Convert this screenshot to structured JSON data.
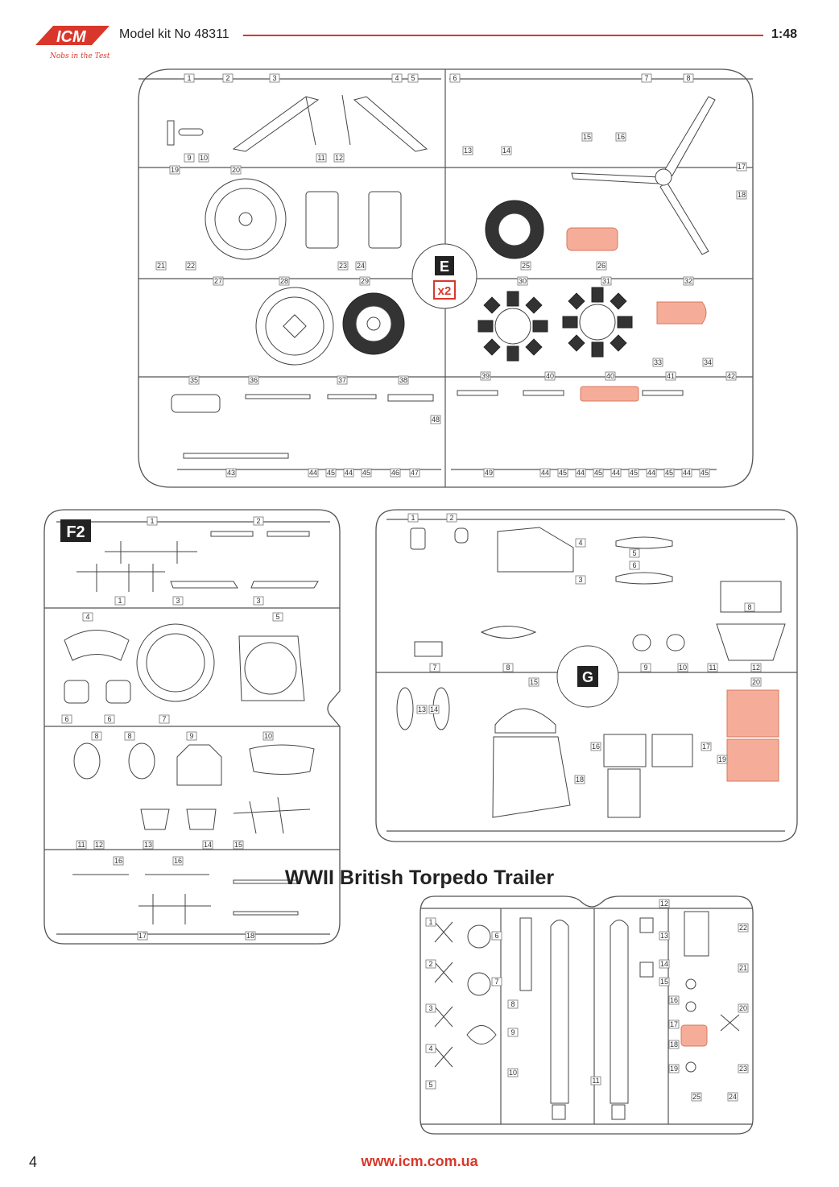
{
  "header": {
    "brand": "ICM",
    "tagline": "Nobs in the Test",
    "kit_title": "Model kit No 48311",
    "scale": "1:48"
  },
  "sprues": {
    "E": {
      "letter": "E",
      "multiplier": "x2",
      "numbers": [
        "1",
        "2",
        "3",
        "4",
        "5",
        "6",
        "7",
        "8",
        "9",
        "10",
        "11",
        "12",
        "13",
        "14",
        "15",
        "16",
        "17",
        "18",
        "19",
        "20",
        "21",
        "22",
        "23",
        "24",
        "25",
        "26",
        "27",
        "28",
        "29",
        "30",
        "31",
        "32",
        "33",
        "34",
        "35",
        "36",
        "37",
        "38",
        "39",
        "40",
        "40",
        "41",
        "42",
        "43",
        "44",
        "45",
        "44",
        "45",
        "46",
        "47",
        "48",
        "49",
        "44",
        "45",
        "44",
        "45",
        "44",
        "45",
        "44",
        "45",
        "44",
        "45"
      ]
    },
    "F2": {
      "letter": "F2",
      "numbers": [
        "1",
        "2",
        "1",
        "3",
        "3",
        "4",
        "5",
        "6",
        "6",
        "7",
        "8",
        "8",
        "9",
        "10",
        "11",
        "12",
        "13",
        "14",
        "15",
        "16",
        "16",
        "17",
        "18"
      ]
    },
    "G": {
      "letter": "G",
      "numbers": [
        "1",
        "2",
        "3",
        "4",
        "5",
        "6",
        "7",
        "8",
        "8",
        "9",
        "10",
        "11",
        "12",
        "13",
        "14",
        "15",
        "16",
        "17",
        "18",
        "19",
        "20"
      ]
    },
    "trailer": {
      "title": "WWII British Torpedo Trailer",
      "numbers": [
        "1",
        "2",
        "3",
        "4",
        "5",
        "6",
        "7",
        "8",
        "9",
        "10",
        "11",
        "12",
        "13",
        "14",
        "15",
        "16",
        "17",
        "18",
        "19",
        "20",
        "21",
        "22",
        "23",
        "24",
        "25"
      ]
    }
  },
  "colors": {
    "accent": "#d9372b",
    "highlight": "#f4a58f"
  },
  "footer": {
    "page_number": "4",
    "website": "www.icm.com.ua"
  }
}
